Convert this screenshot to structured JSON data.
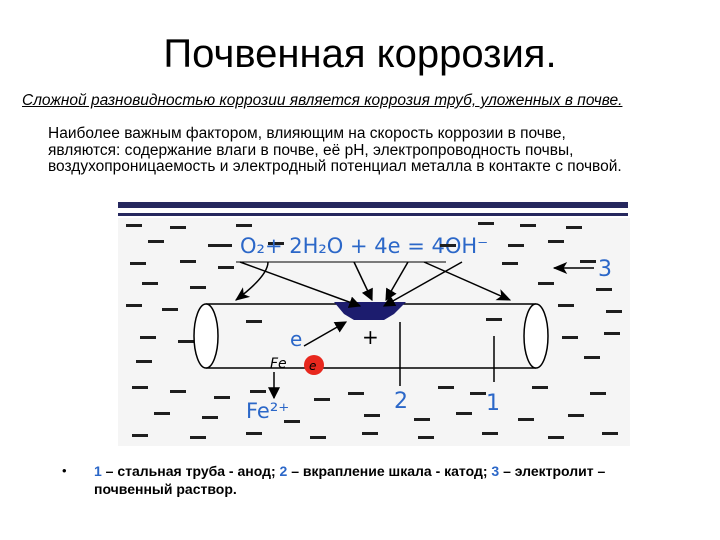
{
  "slide": {
    "title": "Почвенная коррозия.",
    "subtitle": "Сложной разновидностью коррозии является коррозия труб, уложенных в почве.",
    "paragraph_lines": [
      "Наиболее важным фактором, влияющим на скорость коррозии в почве,",
      "являются: содержание влаги в почве, её рН, электропроводность почвы,",
      "воздухопроницаемость и электродный потенциал металла в контакте с почвой."
    ]
  },
  "diagram": {
    "equation": "O₂+ 2H₂O + 4e = 4OH⁻",
    "label_3": "3",
    "label_2": "2",
    "label_1": "1",
    "plus_sign": "+",
    "electron_label": "e",
    "fe_label": "Fe",
    "fe_circle_label": "e",
    "fe_ion_label": "Fe²⁺",
    "colors": {
      "label_blue": "#2b67c8",
      "cathode_navy": "#1c1c6e",
      "electron_red": "#e8281e",
      "soil_bg": "#f5f5f5",
      "surface_navy": "#26285e"
    }
  },
  "caption": {
    "bullet": "•",
    "n1": "1",
    "t1": " – стальная труба - анод; ",
    "n2": "2",
    "t2": " – вкрапление шкала - катод; ",
    "n3": "3",
    "t3": " – электролит – почвенный раствор."
  }
}
